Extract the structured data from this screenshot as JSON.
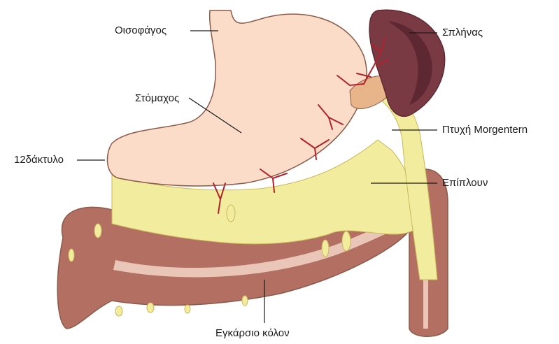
{
  "labels": {
    "esophagus": "Οισοφάγος",
    "stomach": "Στόμαχος",
    "duodenum": "12δάκτυλο",
    "spleen": "Σπλήνας",
    "morgenstern_fold": "Πτυχή Morgentern",
    "omentum": "Επίπλουν",
    "transverse_colon": "Εγκάρσιο κόλον"
  },
  "colors": {
    "stomach": "#fadcc8",
    "organ_outline": "#8a5a4a",
    "spleen": "#7a3a44",
    "spleen_dark": "#5e2832",
    "colon": "#b36f62",
    "colon_band": "#e9c6b8",
    "fat": "#f2ec9e",
    "fat_outline": "#c9b85a",
    "vessel": "#b0232c",
    "pancreas": "#e8b48a",
    "leader": "#1a1a1a"
  }
}
